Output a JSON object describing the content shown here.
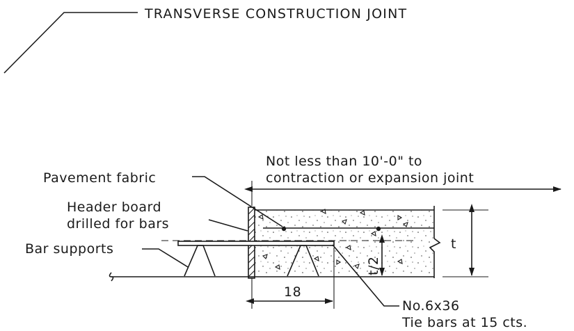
{
  "title": "TRANSVERSE CONSTRUCTION JOINT",
  "labels": {
    "distance_line1": "Not less than 10'-0\" to",
    "distance_line2": "contraction or expansion joint",
    "pavement_fabric": "Pavement fabric",
    "header_board_line1": "Header board",
    "header_board_line2": "drilled for bars",
    "bar_supports": "Bar supports",
    "thickness": "t",
    "half_thickness": "t/2",
    "dimension_18": "18",
    "tie_bar_line1": "No.6x36",
    "tie_bar_line2": "Tie bars at 15 cts."
  }
}
